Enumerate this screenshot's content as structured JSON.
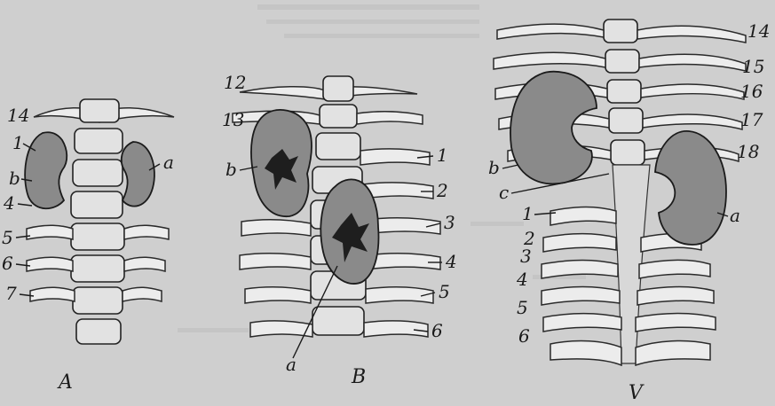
{
  "panels": {
    "A": {
      "caption": "A",
      "labels": {
        "l14": "14",
        "l1": "1",
        "lb": "b",
        "la": "a",
        "l4": "4",
        "l5": "5",
        "l6": "6",
        "l7": "7"
      }
    },
    "B": {
      "caption": "B",
      "labels": {
        "l12": "12",
        "l13": "13",
        "lb": "b",
        "l1": "1",
        "l2": "2",
        "l3": "3",
        "l4": "4",
        "l5": "5",
        "l6": "6",
        "la": "a"
      }
    },
    "V": {
      "caption": "V",
      "labels": {
        "l14": "14",
        "l15": "15",
        "l16": "16",
        "l17": "17",
        "l18": "18",
        "lb": "b",
        "lc": "c",
        "la": "a",
        "l1": "1",
        "l2": "2",
        "l3": "3",
        "l4": "4",
        "l5": "5",
        "l6": "6"
      }
    }
  }
}
